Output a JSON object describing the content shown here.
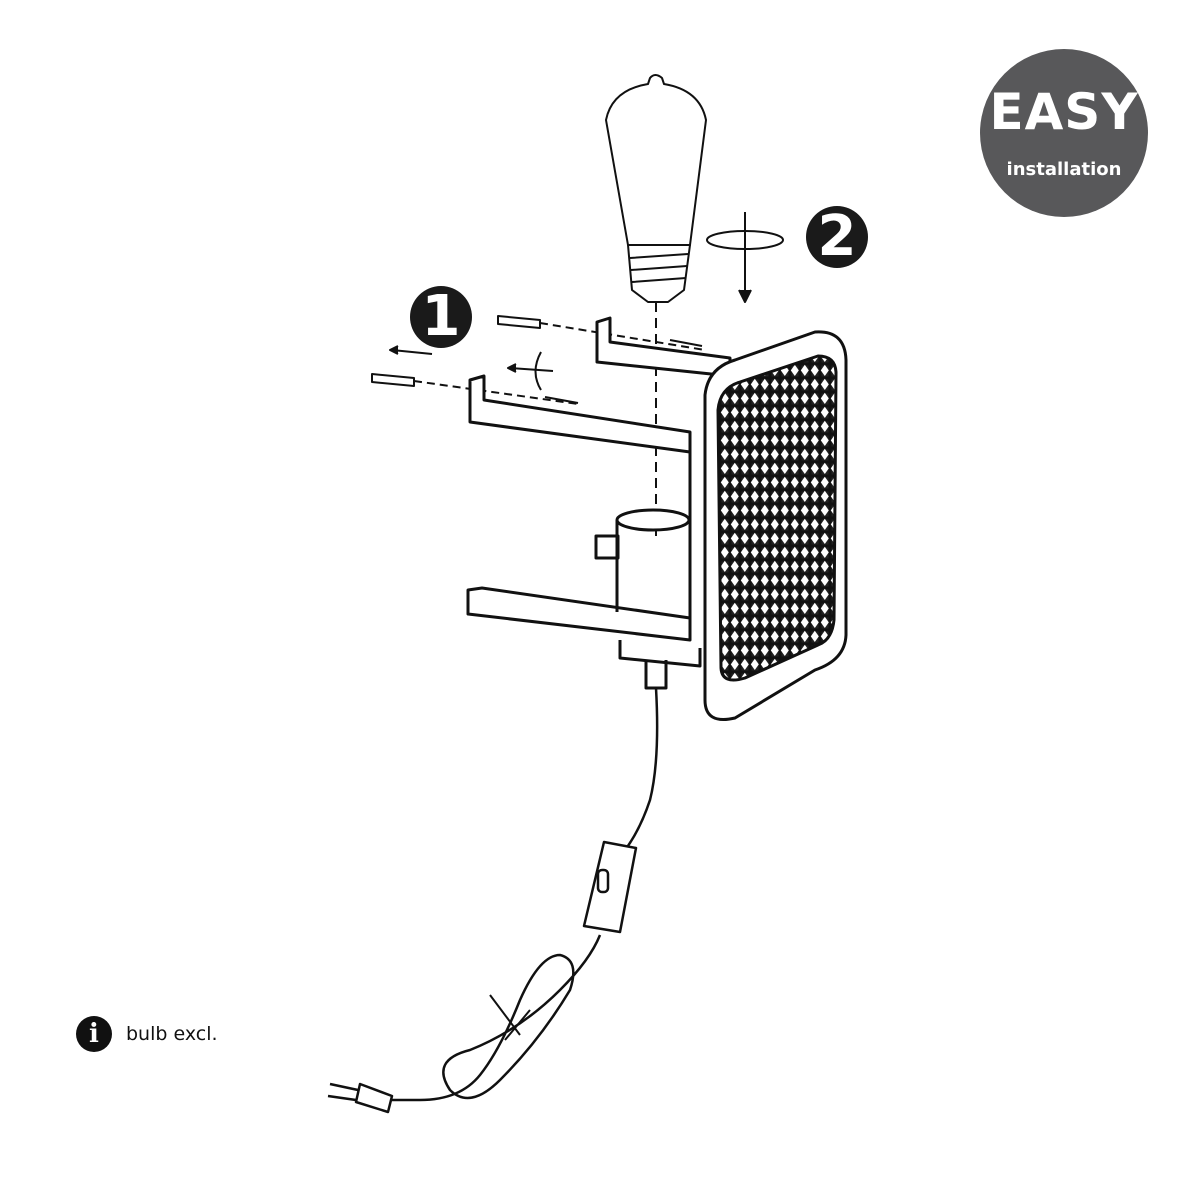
{
  "badge": {
    "title": "EASY",
    "subtitle": "installation",
    "color": "#58585a"
  },
  "steps": [
    {
      "number": "1"
    },
    {
      "number": "2"
    }
  ],
  "note": {
    "icon": "info-icon",
    "icon_glyph": "i",
    "text": "bulb excl."
  }
}
